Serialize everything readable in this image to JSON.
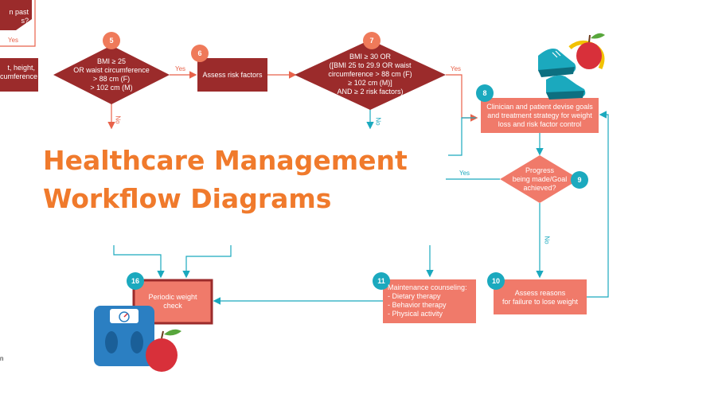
{
  "title": {
    "line1": "Healthcare Management",
    "line2": "Workflow Diagrams"
  },
  "colors": {
    "dark_red": "#9b2b2b",
    "salmon": "#f07a6a",
    "orange": "#ef7a5a",
    "teal": "#1ba9be",
    "title_orange": "#f07a2c"
  },
  "steps": {
    "s_top": {
      "text": "n past\ns?"
    },
    "s_left": {
      "text": "t, height,\ncumference"
    },
    "s5": {
      "number": "5",
      "text": "BMI ≥ 25\nOR waist circumference\n> 88 cm (F)\n> 102 cm (M)"
    },
    "s6": {
      "number": "6",
      "text": "Assess risk factors"
    },
    "s7": {
      "number": "7",
      "text": "BMI ≥ 30 OR\n([BMI 25 to 29.9 OR waist\ncircumference > 88 cm (F)\n≥ 102 cm (M)]\nAND ≥ 2 risk factors)"
    },
    "s8": {
      "number": "8",
      "text": "Clinician and patient devise goals\nand treatment strategy for weight\nloss and risk factor control"
    },
    "s9": {
      "number": "9",
      "text": "Progress\nbeing made/Goal\nachieved?"
    },
    "s10": {
      "number": "10",
      "text": "Assess reasons\nfor failure to lose weight"
    },
    "s11": {
      "number": "11",
      "text": "Maintenance counseling:\n- Dietary therapy\n- Behavior therapy\n- Physical activity"
    },
    "s16": {
      "number": "16",
      "text": "Periodic weight\ncheck"
    }
  },
  "edge_labels": {
    "yes_top": "Yes",
    "yes_5_6": "Yes",
    "no_5": "No",
    "yes_7": "Yes",
    "no_7": "No",
    "yes_9": "Yes",
    "no_9": "No"
  },
  "side_text": "n",
  "icons": [
    "sneakers-icon",
    "measuring-tape-icon",
    "apple-icon",
    "bathroom-scale-icon"
  ]
}
